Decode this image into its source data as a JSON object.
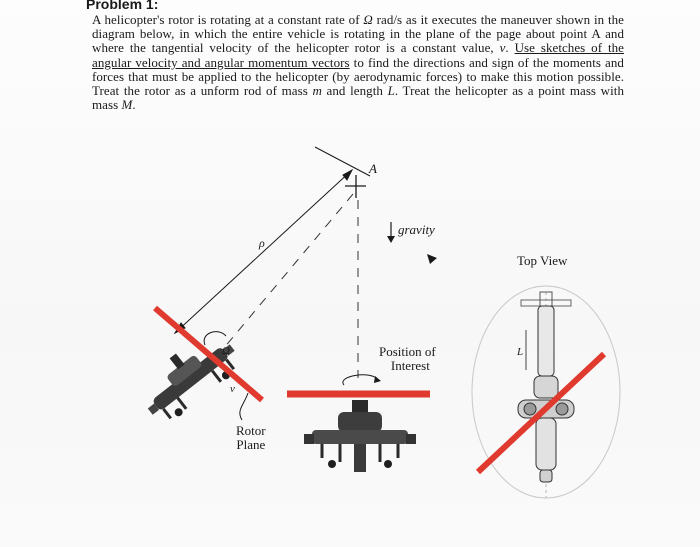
{
  "problem": {
    "title": "Problem 1:",
    "sentence1_a": "A helicopter's rotor is rotating at a constant rate of ",
    "omega": "Ω",
    "sentence1_b": " rad/s as it executes the maneuver shown in the diagram below, in which the entire vehicle is rotating in the plane of the page about point A and where the tangential velocity of the helicopter rotor is a constant value, ",
    "v": "v",
    "sentence1_c": ". ",
    "underlined": "Use sketches of the angular velocity and angular momentum vectors",
    "sentence2": " to find the directions and sign of the moments and forces that must be applied to the helicopter (by aerodynamic forces) to make this motion possible. Treat the rotor as a unform rod of mass ",
    "m": "m",
    "sentence3": " and length ",
    "L": "L",
    "sentence4": ". Treat the helicopter as a point mass with mass ",
    "M": "M",
    "sentence5": "."
  },
  "labels": {
    "point_a": "A",
    "gravity": "gravity",
    "rho": "ρ",
    "omega_small": "Ω",
    "v_small": "v",
    "rotor_plane_1": "Rotor",
    "rotor_plane_2": "Plane",
    "position_1": "Position of",
    "position_2": "Interest",
    "top_view": "Top View",
    "length": "L"
  },
  "colors": {
    "annotation_red": "#e03a2f",
    "ink": "#1a1a1a"
  }
}
